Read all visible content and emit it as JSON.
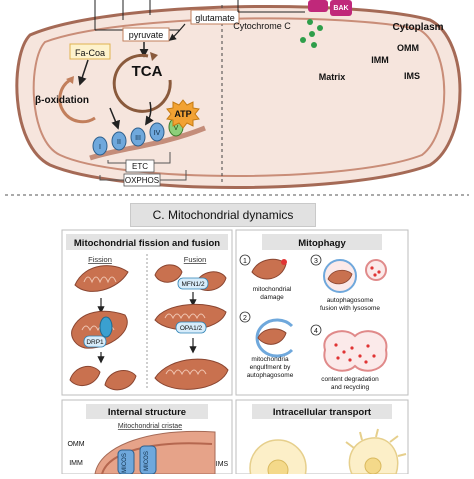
{
  "top": {
    "metabolism": {
      "glutamate": "glutamate",
      "fa_coa": "Fa-Coa",
      "pyruvate": "pyruvate",
      "tca": "TCA",
      "beta_oxidation": "β-oxidation",
      "atp": "ATP",
      "complexes": [
        "I",
        "II",
        "III",
        "IV",
        "V"
      ],
      "etc": "ETC",
      "oxphos": "OXPHOS"
    },
    "apoptosis": {
      "bak": "BAK",
      "cytochrome_c": "Cytochrome C",
      "cytoplasm": "Cytoplasm",
      "omm": "OMM",
      "imm": "IMM",
      "ims": "IMS",
      "matrix": "Matrix"
    }
  },
  "section_title": "C. Mitochondrial dynamics",
  "panels": {
    "fission_fusion": {
      "title": "Mitochondrial fission and fusion",
      "fission_label": "Fission",
      "fusion_label": "Fusion",
      "drp1": "DRP1",
      "mfn": "MFN1/2",
      "opa": "OPA1/2"
    },
    "mitophagy": {
      "title": "Mitophagy",
      "steps": [
        {
          "num": "1",
          "text": "mitochondrial\ndamage"
        },
        {
          "num": "2",
          "text": "mitochondria\nengulfment by\nautophagosome"
        },
        {
          "num": "3",
          "text": "autophagosome\nfusion with lysosome"
        },
        {
          "num": "4",
          "text": "content degradation\nand recycling"
        }
      ]
    },
    "internal_structure": {
      "title": "Internal structure",
      "cristae_label": "Mitochondrial cristae",
      "omm": "OMM",
      "imm": "IMM",
      "ims": "IMS",
      "micos": "MICOS"
    },
    "transport": {
      "title": "Intracellular transport"
    }
  },
  "colors": {
    "mito_fill": "#f6e5dd",
    "mito_outline": "#a56a56",
    "mito_brown": "#b5674f",
    "etc_blue": "#6fa8dc",
    "cyt_green": "#2e9e4a",
    "bak_magenta": "#c0287a",
    "atp_orange": "#f2a233",
    "title_gray": "#e1e1e1"
  }
}
